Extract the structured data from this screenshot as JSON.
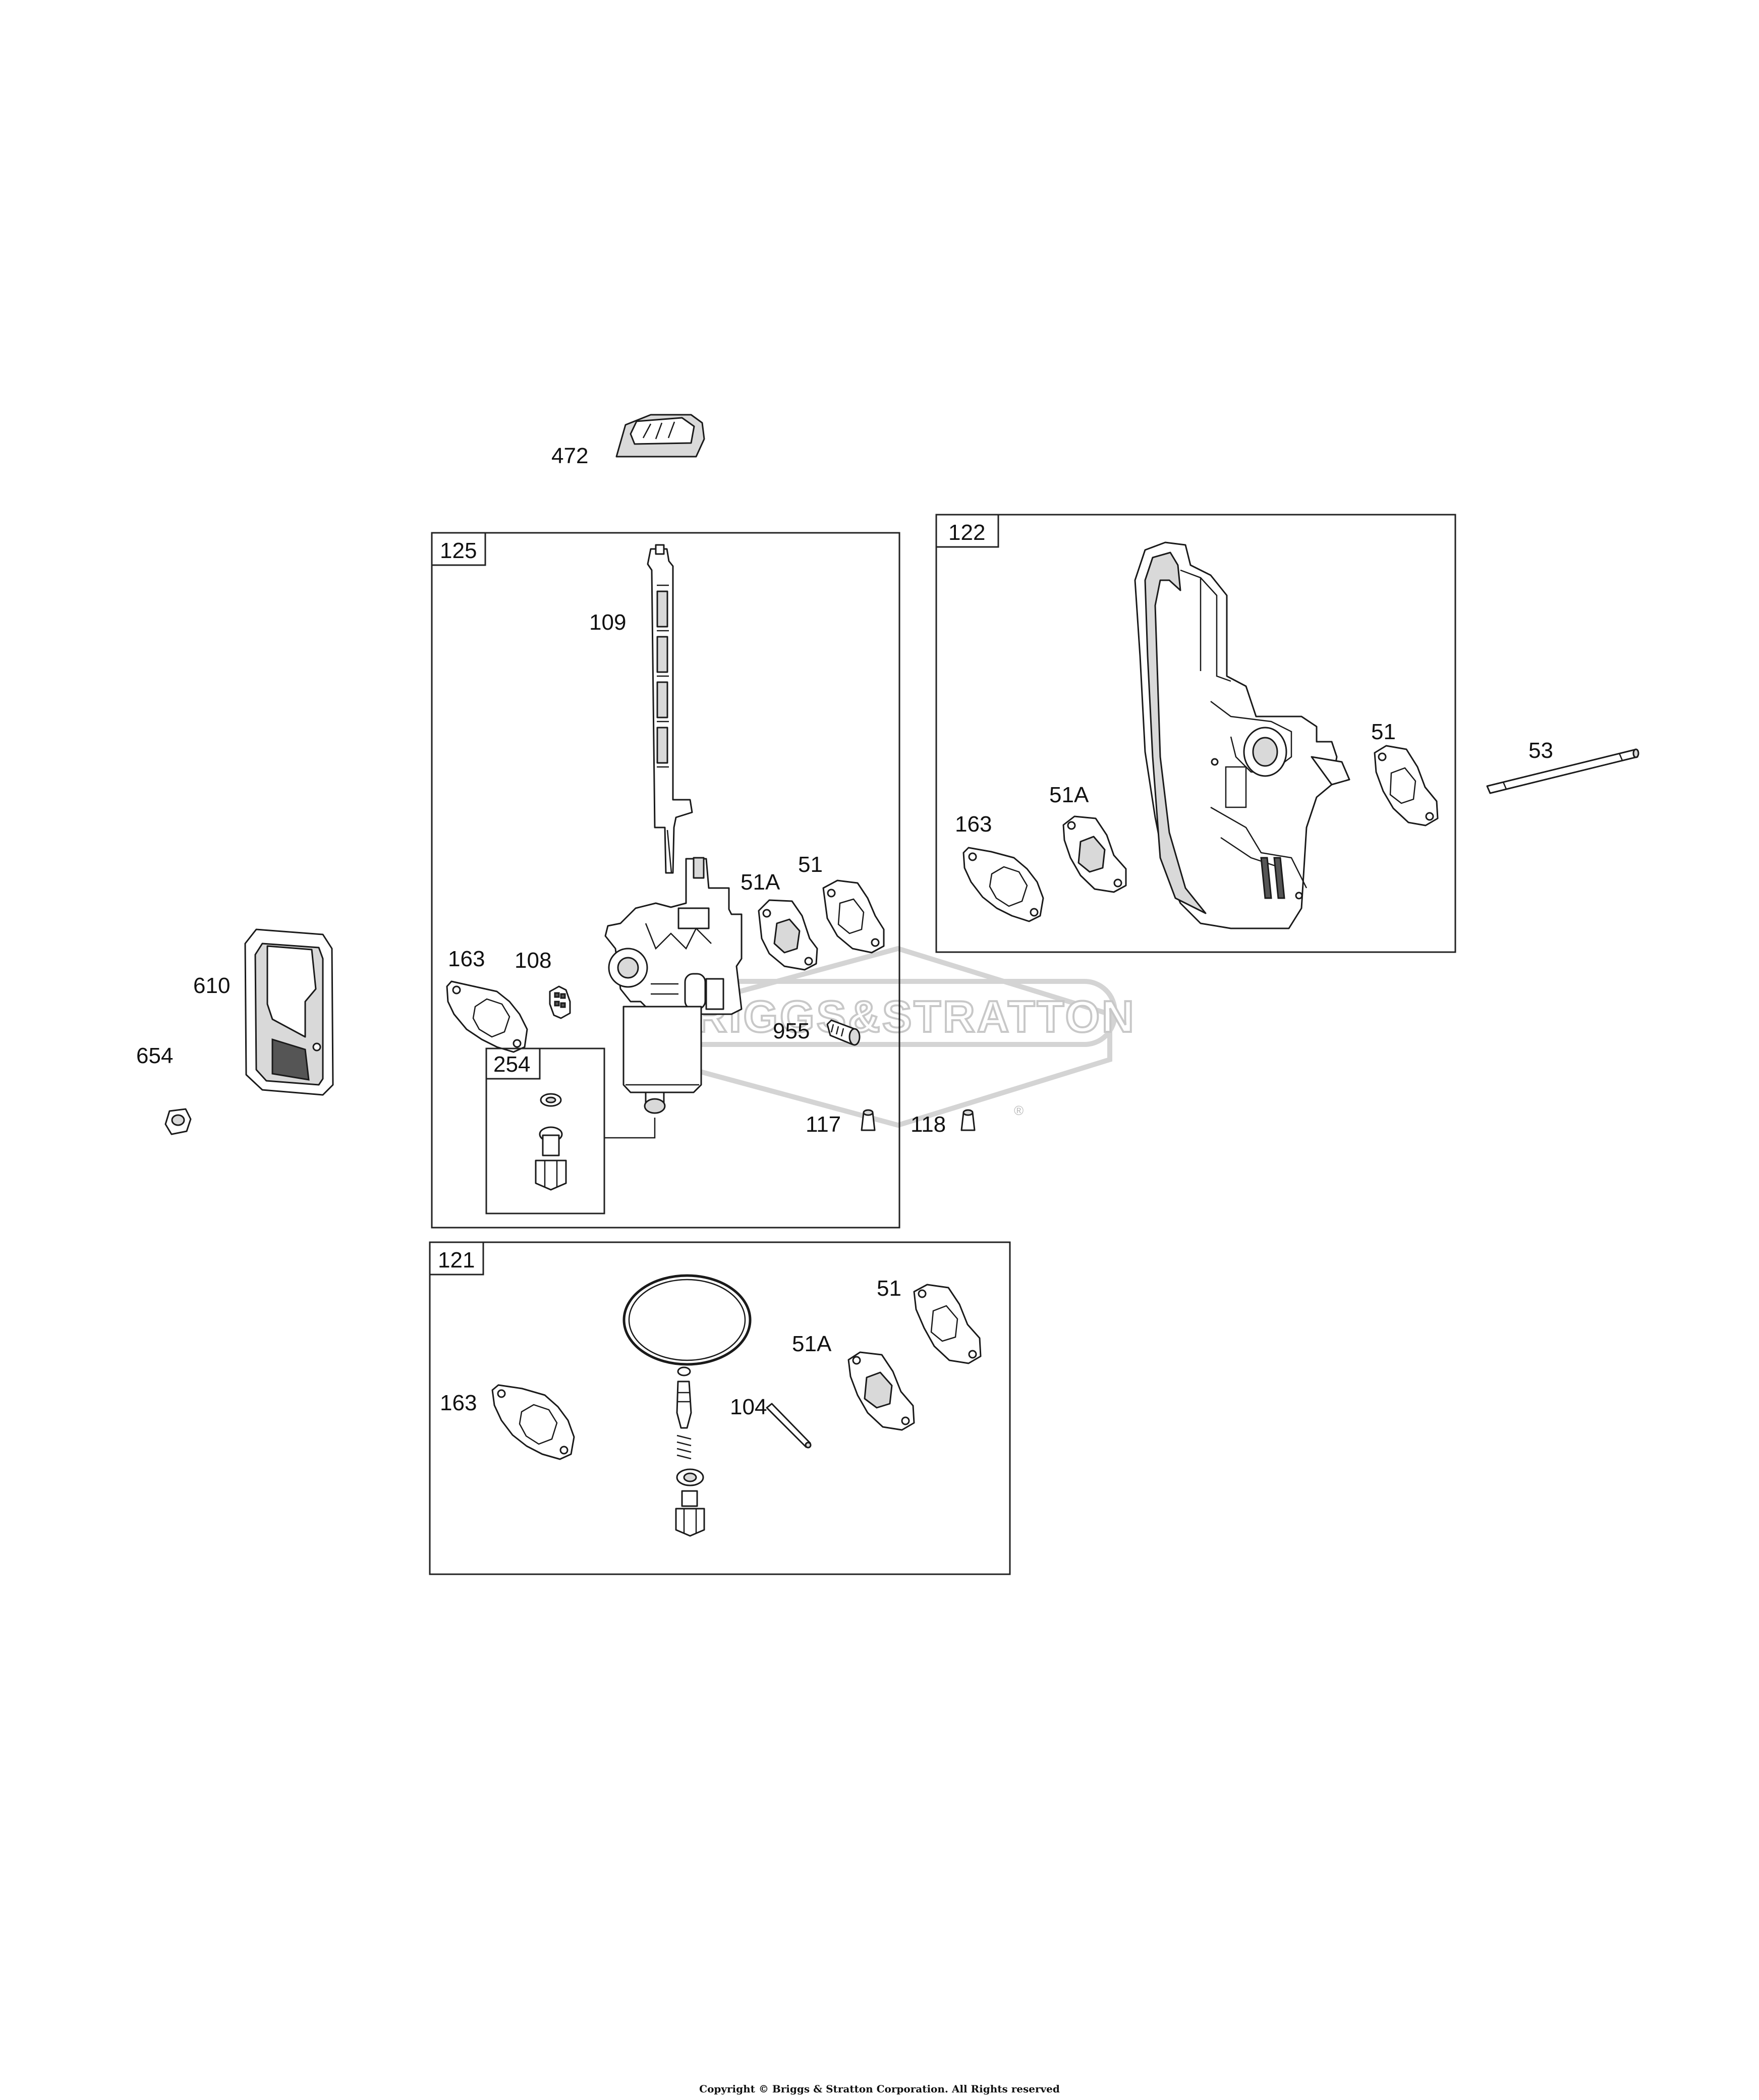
{
  "watermark": {
    "text": "BRIGGS&STRATTON",
    "mark": "®"
  },
  "copyright": "Copyright © Briggs & Stratton Corporation. All Rights reserved",
  "labels": {
    "p472": "472",
    "p125_box": "125",
    "p109": "109",
    "p51A_125": "51A",
    "p51_125": "51",
    "p163_125": "163",
    "p108": "108",
    "p955": "955",
    "p254_box": "254",
    "p117": "117",
    "p118": "118",
    "p610": "610",
    "p654": "654",
    "p122_box": "122",
    "p51_122": "51",
    "p51A_122": "51A",
    "p163_122": "163",
    "p53": "53",
    "p121_box": "121",
    "p51_121": "51",
    "p51A_121": "51A",
    "p163_121": "163",
    "p104": "104"
  }
}
